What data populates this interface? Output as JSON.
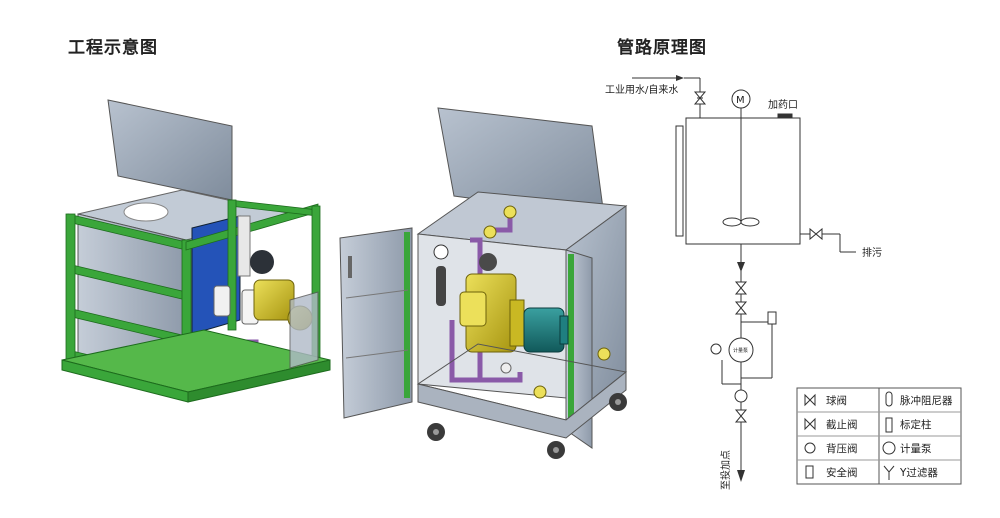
{
  "titles": {
    "left": "工程示意图",
    "right": "管路原理图"
  },
  "pipeline": {
    "inlet_label": "工业用水/自来水",
    "motor_symbol": "M",
    "dosing_port": "加药口",
    "drain": "排污",
    "pump_symbol": "计量泵",
    "outlet": "至投加点"
  },
  "legend": {
    "items": [
      {
        "label": "球阀",
        "icon": "ball-valve-icon"
      },
      {
        "label": "脉冲阻尼器",
        "icon": "pulsation-damper-icon"
      },
      {
        "label": "截止阀",
        "icon": "globe-valve-icon"
      },
      {
        "label": "标定柱",
        "icon": "calibration-column-icon"
      },
      {
        "label": "背压阀",
        "icon": "back-pressure-valve-icon"
      },
      {
        "label": "计量泵",
        "icon": "metering-pump-icon"
      },
      {
        "label": "安全阀",
        "icon": "safety-valve-icon"
      },
      {
        "label": "Y过滤器",
        "icon": "y-strainer-icon"
      }
    ]
  },
  "colors": {
    "frame_green": "#3aa63a",
    "panel_gray": "#9aa7b8",
    "pump_yellow": "#d6c21a",
    "pipe_purple": "#8a5aa8",
    "motor_teal": "#1f7f80",
    "blue_panel": "#2453b8"
  }
}
